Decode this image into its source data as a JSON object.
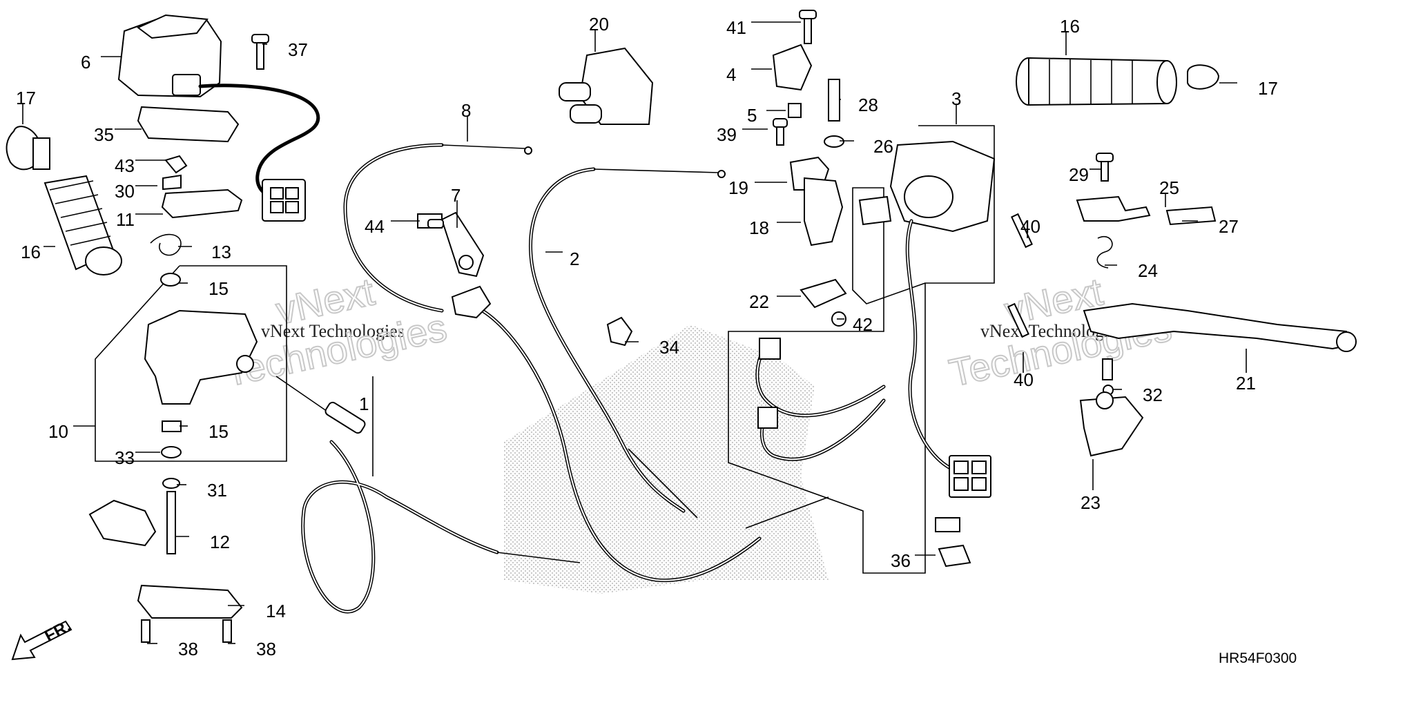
{
  "diagram": {
    "code": "HR54F0300",
    "direction_label": "FR.",
    "watermark": {
      "line1": "vNext Technologies",
      "line2a": "vNext",
      "line2b": "Technologies"
    },
    "callouts": [
      "1",
      "2",
      "3",
      "4",
      "5",
      "6",
      "7",
      "8",
      "10",
      "11",
      "12",
      "13",
      "14",
      "15",
      "15",
      "16",
      "16",
      "17",
      "17",
      "18",
      "19",
      "20",
      "21",
      "22",
      "23",
      "24",
      "25",
      "26",
      "27",
      "28",
      "29",
      "30",
      "31",
      "32",
      "33",
      "34",
      "35",
      "36",
      "37",
      "38",
      "38",
      "39",
      "40",
      "40",
      "41",
      "42",
      "43",
      "44"
    ]
  },
  "colors": {
    "ink": "#000000",
    "halftone": "#9a9a9a",
    "watermark": "#c8c8c8"
  }
}
